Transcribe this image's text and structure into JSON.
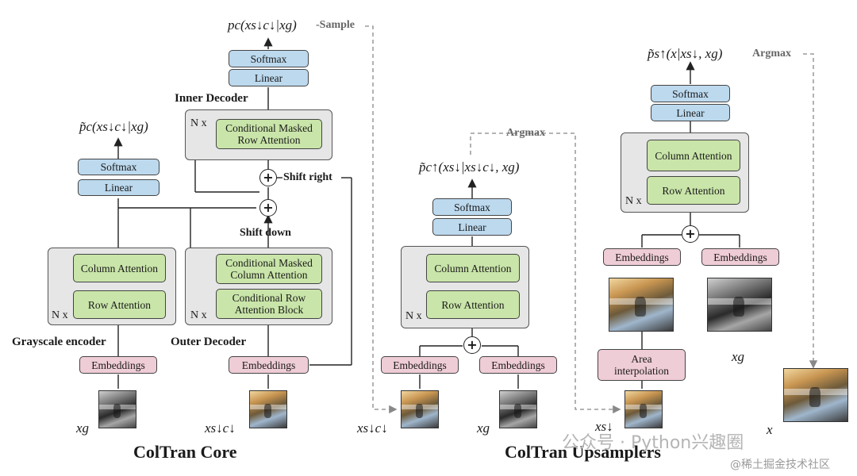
{
  "core": {
    "title": "ColTran Core",
    "grayscale_encoder_label": "Grayscale encoder",
    "outer_decoder_label": "Outer Decoder",
    "inner_decoder_label": "Inner Decoder",
    "shift_down_label": "Shift down",
    "shift_right_label": "Shift right",
    "sample_label": "-Sample",
    "nx": "N x",
    "softmax": "Softmax",
    "linear": "Linear",
    "column_attention": "Column Attention",
    "row_attention": "Row Attention",
    "cond_masked_row_attention": "Conditional Masked Row Attention",
    "cond_masked_column_attention": "Conditional Masked Column Attention",
    "cond_row_attention_block": "Conditional Row Attention Block",
    "embeddings": "Embeddings",
    "encoder_output_math": "p̃c(xs↓c↓|xg)",
    "inner_output_math": "pc(xs↓c↓|xg)",
    "input_gray_math": "xg",
    "input_color_math": "xs↓c↓"
  },
  "upsamplers": {
    "title": "ColTran Upsamplers",
    "argmax_label": "Argmax",
    "argmax_label_2": "Argmax",
    "color_up_output_math": "p̃c↑(xs↓|xs↓c↓, xg)",
    "spatial_up_output_math": "p̃s↑(x|xs↓, xg)",
    "area_interpolation": "Area interpolation",
    "input_color_math": "xs↓c↓",
    "input_gray_math": "xg",
    "input_s_math": "xs↓",
    "gray_math_right": "xg",
    "output_x_math": "x"
  },
  "watermark": {
    "line1": "公众号 · Python兴趣圈",
    "line2": "@稀土掘金技术社区"
  },
  "colors": {
    "linear_softmax": "#bcd9ee",
    "attention": "#c9e5a9",
    "embeddings": "#efcdd6",
    "stack_bg": "#e6e6e6"
  }
}
